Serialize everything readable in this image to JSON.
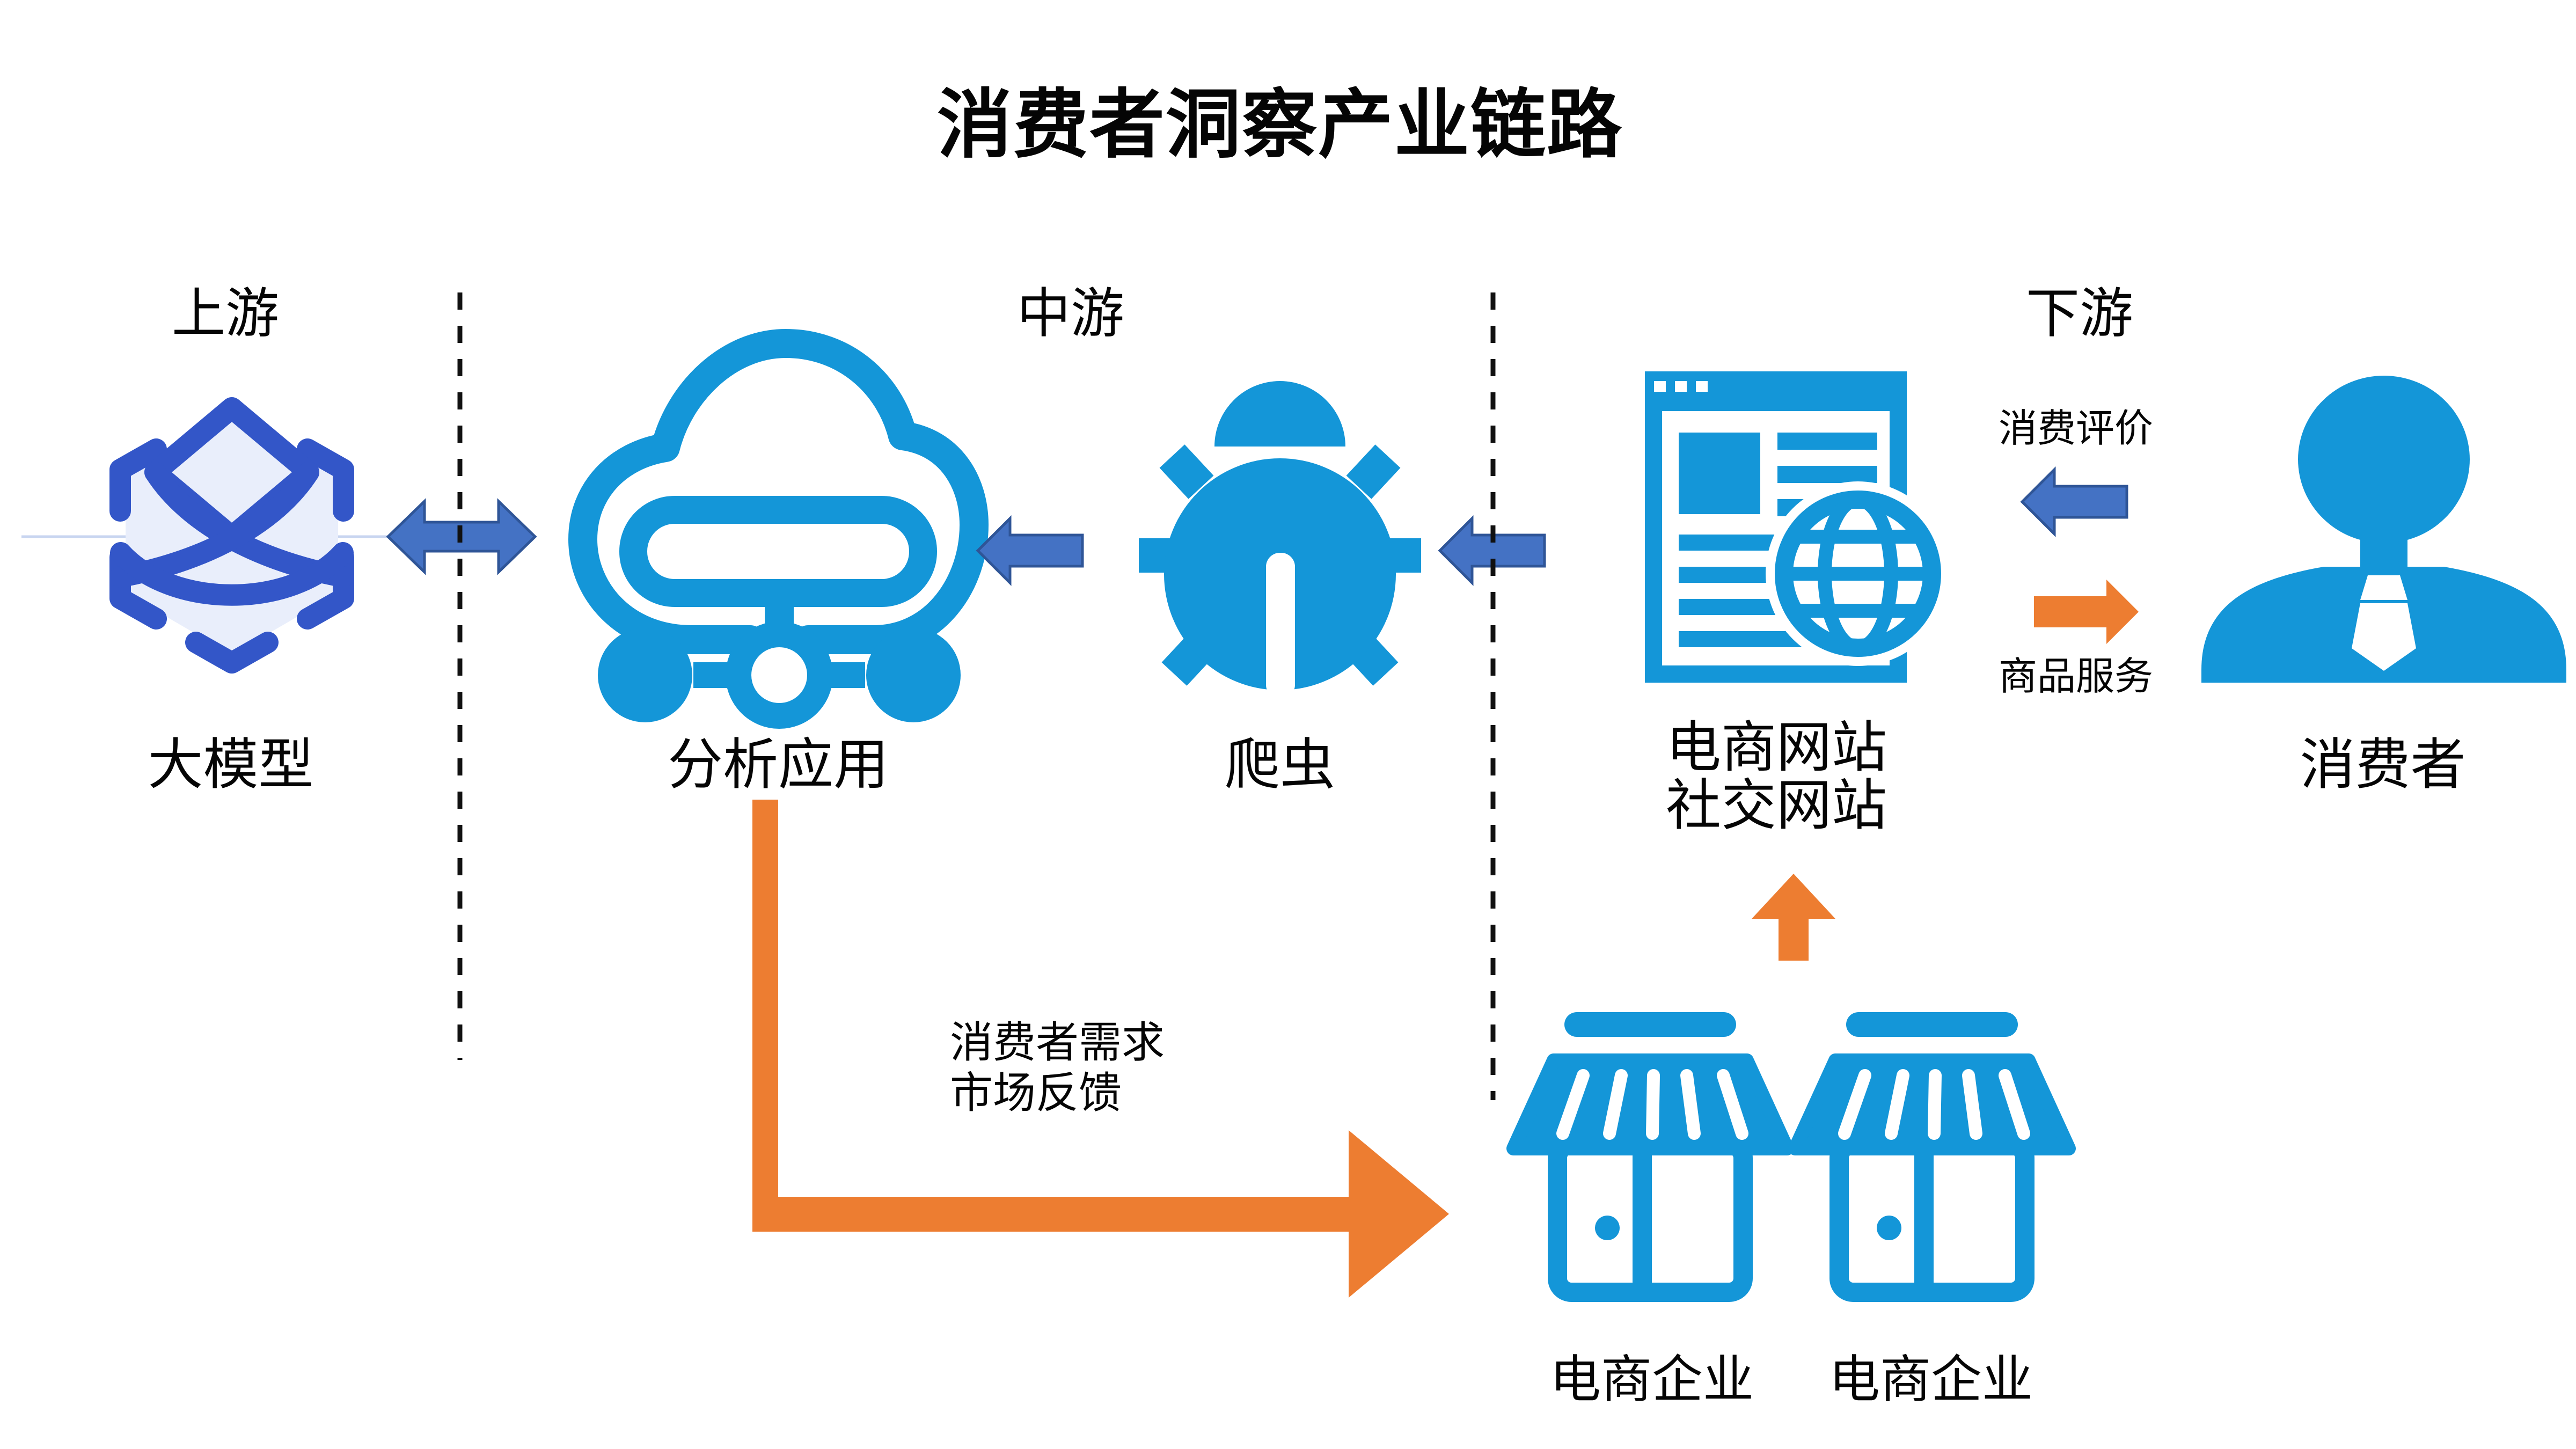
{
  "title": "消费者洞察产业链路",
  "sections": {
    "upstream": "上游",
    "midstream": "中游",
    "downstream": "下游"
  },
  "nodes": {
    "large_model": {
      "label": "大模型",
      "icon": "model-cube-icon"
    },
    "analysis_app": {
      "label": "分析应用",
      "icon": "cloud-network-icon"
    },
    "crawler": {
      "label": "爬虫",
      "icon": "bug-icon"
    },
    "website": {
      "label_line1": "电商网站",
      "label_line2": "社交网站",
      "icon": "browser-globe-icon"
    },
    "consumer": {
      "label": "消费者",
      "icon": "person-icon"
    },
    "merchant_left": {
      "label": "电商企业",
      "icon": "storefront-icon"
    },
    "merchant_right": {
      "label": "电商企业",
      "icon": "storefront-icon"
    }
  },
  "flows": {
    "consumer_review": {
      "label": "消费评价",
      "direction": "left"
    },
    "goods_service": {
      "label": "商品服务",
      "direction": "right"
    },
    "demand_feedback": {
      "label_line1": "消费者需求",
      "label_line2": "市场反馈",
      "direction": "down-right"
    }
  },
  "colors": {
    "icon_azure": "#1496D8",
    "model_blue": "#3356C8",
    "model_fill": "#E9EEFB",
    "arrow_blue": "#4472C4",
    "arrow_blue_border": "#2F5597",
    "arrow_orange": "#ED7D31",
    "text": "#050505",
    "divider": "#111111"
  }
}
